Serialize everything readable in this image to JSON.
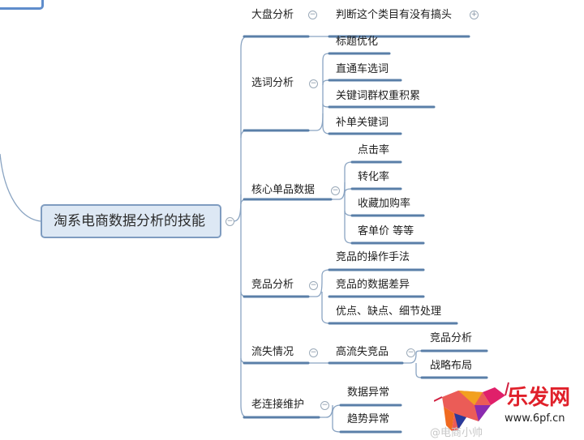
{
  "root": {
    "label": "淘系电商数据分析的技能"
  },
  "branches": [
    {
      "label": "大盘分析",
      "children": [
        {
          "label": "判断这个类目有没有搞头"
        }
      ]
    },
    {
      "label": "选词分析",
      "children": [
        {
          "label": "标题优化"
        },
        {
          "label": "直通车选词"
        },
        {
          "label": "关键词群权重积累"
        },
        {
          "label": "补单关键词"
        }
      ]
    },
    {
      "label": "核心单品数据",
      "children": [
        {
          "label": "点击率"
        },
        {
          "label": "转化率"
        },
        {
          "label": "收藏加购率"
        },
        {
          "label": "客单价 等等"
        }
      ]
    },
    {
      "label": "竞品分析",
      "children": [
        {
          "label": "竞品的操作手法"
        },
        {
          "label": "竞品的数据差异"
        },
        {
          "label": "优点、缺点、细节处理"
        }
      ]
    },
    {
      "label": "流失情况",
      "children": [
        {
          "label": "高流失竞品",
          "children": [
            {
              "label": "竞品分析"
            },
            {
              "label": "战略布局"
            }
          ]
        }
      ]
    },
    {
      "label": "老连接维护",
      "children": [
        {
          "label": "数据异常"
        },
        {
          "label": "趋势异常"
        }
      ]
    }
  ],
  "icons": {
    "collapse": "−",
    "expand": "+"
  },
  "watermark": {
    "brand": "乐发网",
    "url": "www.6pf.cn",
    "handle": "@电商小帅"
  },
  "colors": {
    "underline": "#5a7fa8",
    "connector": "#8aa4c2",
    "root_fill": "#dde8f4"
  }
}
